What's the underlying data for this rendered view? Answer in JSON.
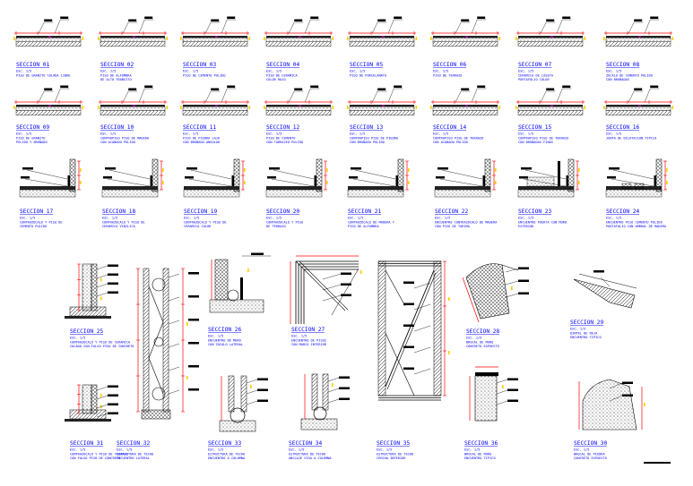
{
  "drawing": {
    "row1": [
      {
        "label": "SECCION 01",
        "scale": "ESC. 1/5",
        "desc": [
          "PISO DE GRANITO COLADA LIBRE"
        ]
      },
      {
        "label": "SECCION 02",
        "scale": "ESC. 1/5",
        "desc": [
          "PISO DE ALFOMBRA",
          "DE ALTO TRANSITO"
        ]
      },
      {
        "label": "SECCION 03",
        "scale": "ESC. 1/5",
        "desc": [
          "PISO DE CEMENTO PULIDO"
        ]
      },
      {
        "label": "SECCION 04",
        "scale": "ESC. 1/5",
        "desc": [
          "PISO DE CERAMICA",
          "COLOR ROJO"
        ]
      },
      {
        "label": "SECCION 05",
        "scale": "ESC. 1/5",
        "desc": [
          "PISO DE PORCELANATO"
        ]
      },
      {
        "label": "SECCION 06",
        "scale": "ESC. 1/5",
        "desc": [
          "PISO DE TERRAZO"
        ]
      },
      {
        "label": "SECCION 07",
        "scale": "ESC. 1/5",
        "desc": [
          "CERAMICA DE LOSETA",
          "PORTAFOLIO COLOR"
        ]
      },
      {
        "label": "SECCION 08",
        "scale": "ESC. 1/5",
        "desc": [
          "ZOCALO DE CEMENTO PULIDO",
          "CON BRUÑADAS"
        ]
      }
    ],
    "row2": [
      {
        "label": "SECCION 09",
        "scale": "ESC. 1/5",
        "desc": [
          "PISO DE GRANITO",
          "PULIDO Y BRUÑADO"
        ]
      },
      {
        "label": "SECCION 10",
        "scale": "ESC. 1/5",
        "desc": [
          "CONTRAPISO PISO DE MADERA",
          "CON ACABADO PULIDO"
        ]
      },
      {
        "label": "SECCION 11",
        "scale": "ESC. 1/5",
        "desc": [
          "PISO DE PIEDRA LAJA",
          "CON BRUÑADO ANGULAR"
        ]
      },
      {
        "label": "SECCION 12",
        "scale": "ESC. 1/5",
        "desc": [
          "PISO DE CEMENTO",
          "CON TARRAJEO PULIDO"
        ]
      },
      {
        "label": "SECCION 13",
        "scale": "ESC. 1/5",
        "desc": [
          "CONTRAPISO PISO DE PIEDRA",
          "CON BRUÑADO PULIDO"
        ]
      },
      {
        "label": "SECCION 14",
        "scale": "ESC. 1/5",
        "desc": [
          "CONTRAPISO PISO DE TERRAZO",
          "CON ACABADO PULIDO"
        ]
      },
      {
        "label": "SECCION 15",
        "scale": "ESC. 1/5",
        "desc": [
          "CONTRAPISO PISO DE TERRAZO",
          "CON BRUÑADAS FINAS"
        ]
      },
      {
        "label": "SECCION 16",
        "scale": "ESC. 1/5",
        "desc": [
          "JUNTA DE DILATACION TIPICA"
        ]
      }
    ],
    "row3": [
      {
        "label": "SECCION 17",
        "scale": "ESC. 1/5",
        "desc": [
          "CONTRAZOCALO Y PISO DE",
          "CEMENTO PULIDO"
        ]
      },
      {
        "label": "SECCION 18",
        "scale": "ESC. 1/5",
        "desc": [
          "CONTRAZOCALO Y PISO DE",
          "CERAMICA VINILICA"
        ]
      },
      {
        "label": "SECCION 19",
        "scale": "ESC. 1/5",
        "desc": [
          "CONTRAZOCALO Y PISO DE",
          "CERAMICA COLOR"
        ]
      },
      {
        "label": "SECCION 20",
        "scale": "ESC. 1/5",
        "desc": [
          "CONTRAZOCALO Y PISO",
          "DE TERRAZO"
        ]
      },
      {
        "label": "SECCION 21",
        "scale": "ESC. 1/5",
        "desc": [
          "CONTRAZOCALO DE MADERA Y",
          "PISO DE ALFOMBRA"
        ]
      },
      {
        "label": "SECCION 22",
        "scale": "ESC. 1/5",
        "desc": [
          "ENCUENTRO CONTRAZOCALO DE MADERA",
          "CON PISO DE TARIMA"
        ]
      },
      {
        "label": "SECCION 23",
        "scale": "ESC. 1/5",
        "desc": [
          "ENCUENTRO PUERTA CON MURO",
          "EXTERIOR"
        ]
      },
      {
        "label": "SECCION 24",
        "scale": "ESC. 1/5",
        "desc": [
          "ENCUENTRO PISO CEMENTO PULIDO",
          "PORTAFOLIO CON UMBRAL DE MADERA"
        ]
      }
    ],
    "lower": [
      {
        "label": "SECCION 25",
        "scale": "ESC. 1/5",
        "desc": [
          "CONTRAZOCALO Y PISO DE CERAMICA",
          "COLADO CON FALSO PISO DE CONCRETO"
        ]
      },
      {
        "label": "SECCION 26",
        "scale": "ESC. 1/5",
        "desc": [
          "ENCUENTRO DE MURO",
          "CON ZOCALO LATERAL"
        ]
      },
      {
        "label": "SECCION 27",
        "scale": "ESC. 1/5",
        "desc": [
          "ENCUENTRO DE PISOS",
          "CON MARCO INTERIOR"
        ]
      },
      {
        "label": "SECCION 28",
        "scale": "ESC. 1/5",
        "desc": [
          "BROCAL DE MURO",
          "CONCRETO EXPUESTO"
        ]
      },
      {
        "label": "SECCION 29",
        "scale": "ESC. 1/5",
        "desc": [
          "DINTEL DE REJA",
          "ENCUENTRO TIPICO"
        ]
      },
      {
        "label": "SECCION 31",
        "scale": "ESC. 1/5",
        "desc": [
          "CONTRAZOCALO Y PISO DE TERRAZO",
          "CON FALSO PISO DE CONCRETO"
        ]
      },
      {
        "label": "SECCION 32",
        "scale": "ESC. 1/5",
        "desc": [
          "ESTRUCTURA DE TECHO",
          "ENCUENTRO LATERAL"
        ]
      },
      {
        "label": "SECCION 33",
        "scale": "ESC. 1/5",
        "desc": [
          "ESTRUCTURA DE TECHO",
          "ENCUENTRO A COLUMNA"
        ]
      },
      {
        "label": "SECCION 34",
        "scale": "ESC. 1/5",
        "desc": [
          "ESTRUCTURA DE TECHO",
          "ANCLAJE VIGA A COLUMNA"
        ]
      },
      {
        "label": "SECCION 35",
        "scale": "ESC. 1/5",
        "desc": [
          "ESTRUCTURA DE TECHO",
          "CERCHA INTERIOR"
        ]
      },
      {
        "label": "SECCION 36",
        "scale": "ESC. 1/5",
        "desc": [
          "BROCAL DE MURO",
          "ENCUENTRO TIPICO"
        ]
      },
      {
        "label": "SECCION 30",
        "scale": "ESC. 1/5",
        "desc": [
          "BROCAL DE PIEDRA",
          "CONCRETO EXPUESTO"
        ]
      }
    ]
  }
}
